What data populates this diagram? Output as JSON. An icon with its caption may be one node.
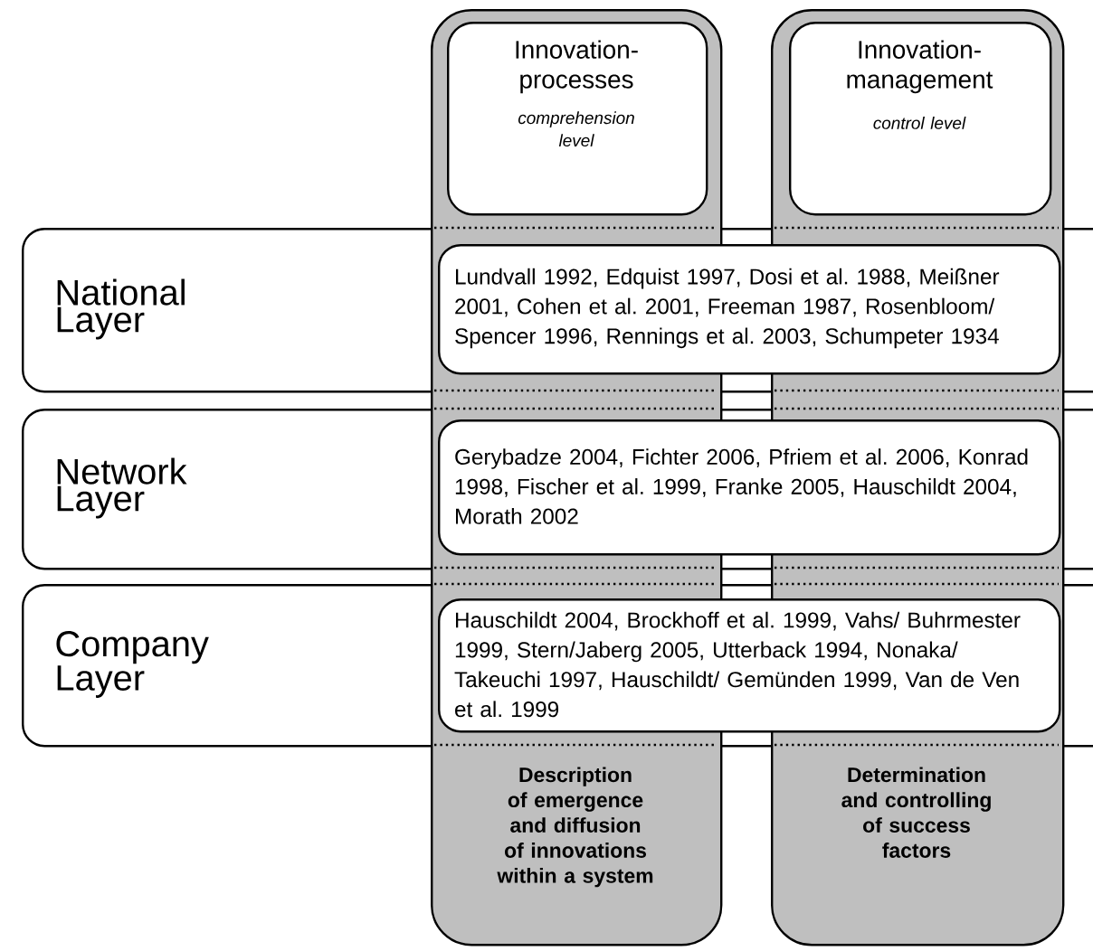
{
  "diagram": {
    "nodes": [
      {
        "text": [
          "Description of emergence and diffusion of innovations within a system"
        ]
      },
      {
        "text": [
          "Innovation-processes",
          "comprehension level"
        ],
        "in": 0
      },
      {
        "text": [
          "Determination and controlling of success factors"
        ]
      },
      {
        "text": [
          "Innovation-management",
          "control level"
        ],
        "in": 2
      },
      {
        "text": [
          "National Layer"
        ]
      },
      {
        "text": [
          "Lundvall 1992, Edquist 1997, Dosi et al. 1988, Meißner 2001, Cohen et al. 2001, Freeman 1987, Rosenbloom/ Spencer 1996, Rennings et al. 2003, Schumpeter 1934"
        ],
        "in": 4
      },
      {
        "text": [
          "Network Layer"
        ]
      },
      {
        "text": [
          "Gerybadze 2004, Fichter 2006, Pfriem et al. 2006, Konrad 1998, Fischer et al. 1999, Franke 2005, Hauschildt 2004, Morath 2002"
        ],
        "in": 6
      },
      {
        "text": [
          "Company Layer"
        ]
      },
      {
        "text": [
          "Hauschildt 2004, Brockhoff et al. 1999, Vahs/ Buhrmester 1999, Stern/Jaberg 2005, Utterback 1994, Nonaka/ Takeuchi 1997, Hauschildt/ Gemünden 1999, Van de Ven et al. 1999"
        ],
        "in": 8
      }
    ]
  }
}
